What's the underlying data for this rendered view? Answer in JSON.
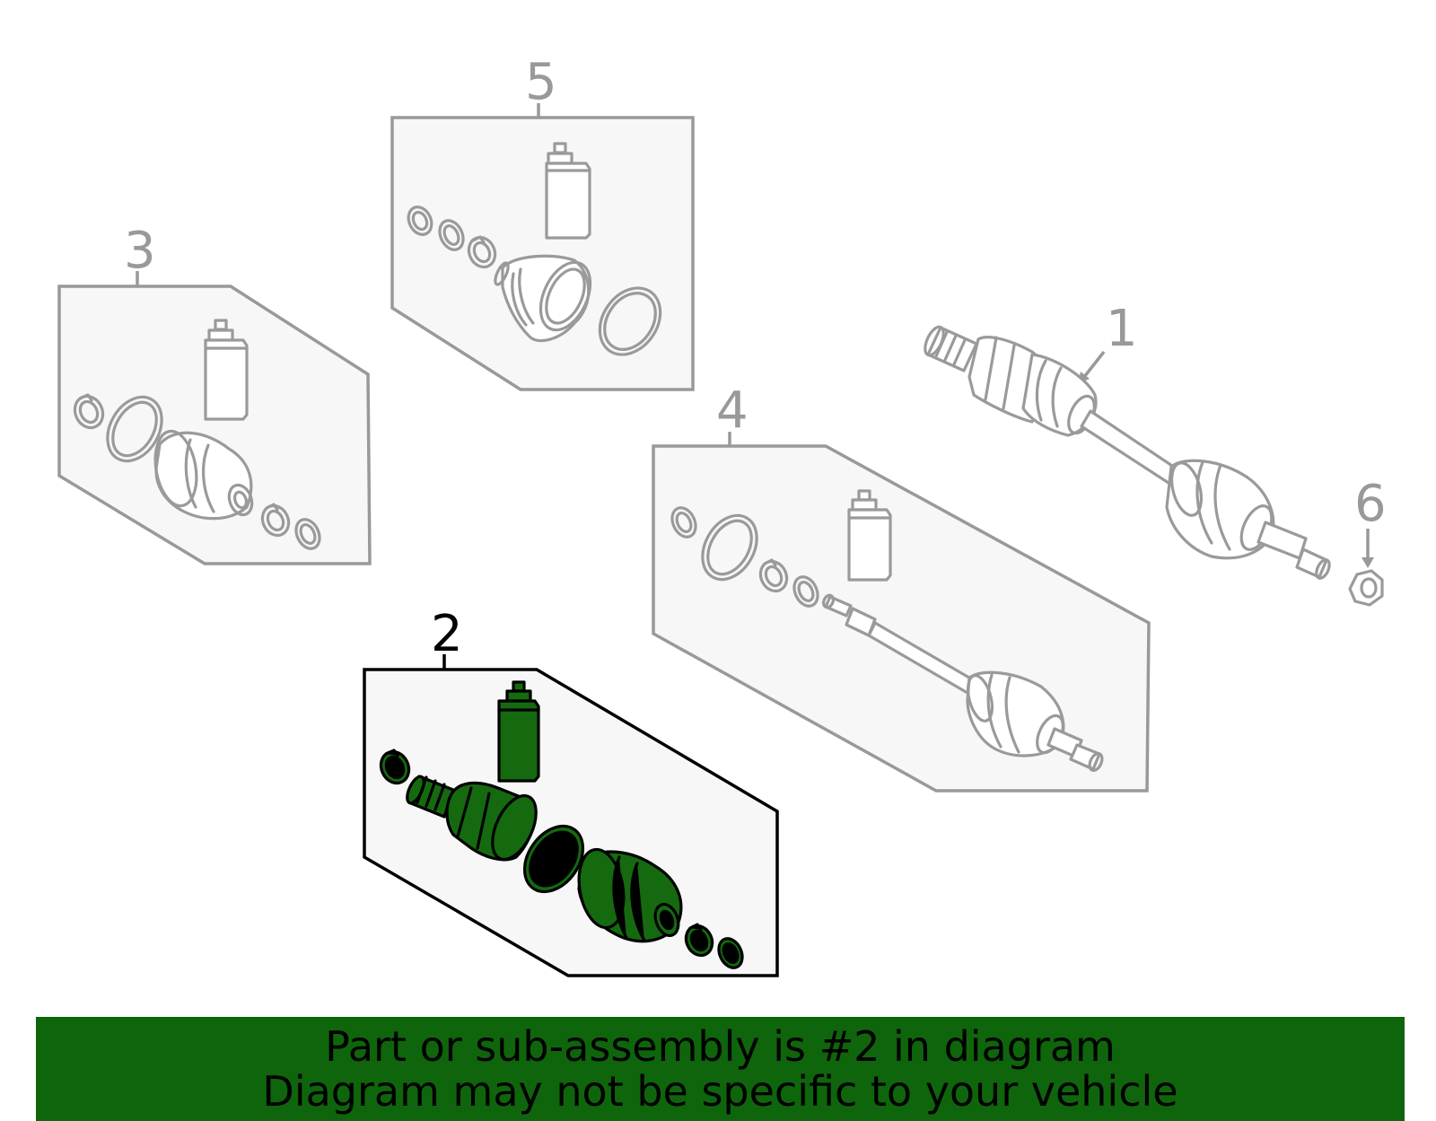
{
  "diagram": {
    "callouts": [
      {
        "id": "1",
        "label": "1"
      },
      {
        "id": "2",
        "label": "2",
        "highlighted": true
      },
      {
        "id": "3",
        "label": "3"
      },
      {
        "id": "4",
        "label": "4"
      },
      {
        "id": "5",
        "label": "5"
      },
      {
        "id": "6",
        "label": "6"
      }
    ],
    "highlighted_callout": "2",
    "colors": {
      "highlight_fill": "#156a10",
      "banner_background": "#0f650b",
      "inactive_line": "#999999",
      "active_line": "#000000",
      "box_fill": "#f7f7f7"
    }
  },
  "banner": {
    "line1": "Part or sub-assembly is #2 in diagram",
    "line2": "Diagram may not be specific to your vehicle"
  }
}
